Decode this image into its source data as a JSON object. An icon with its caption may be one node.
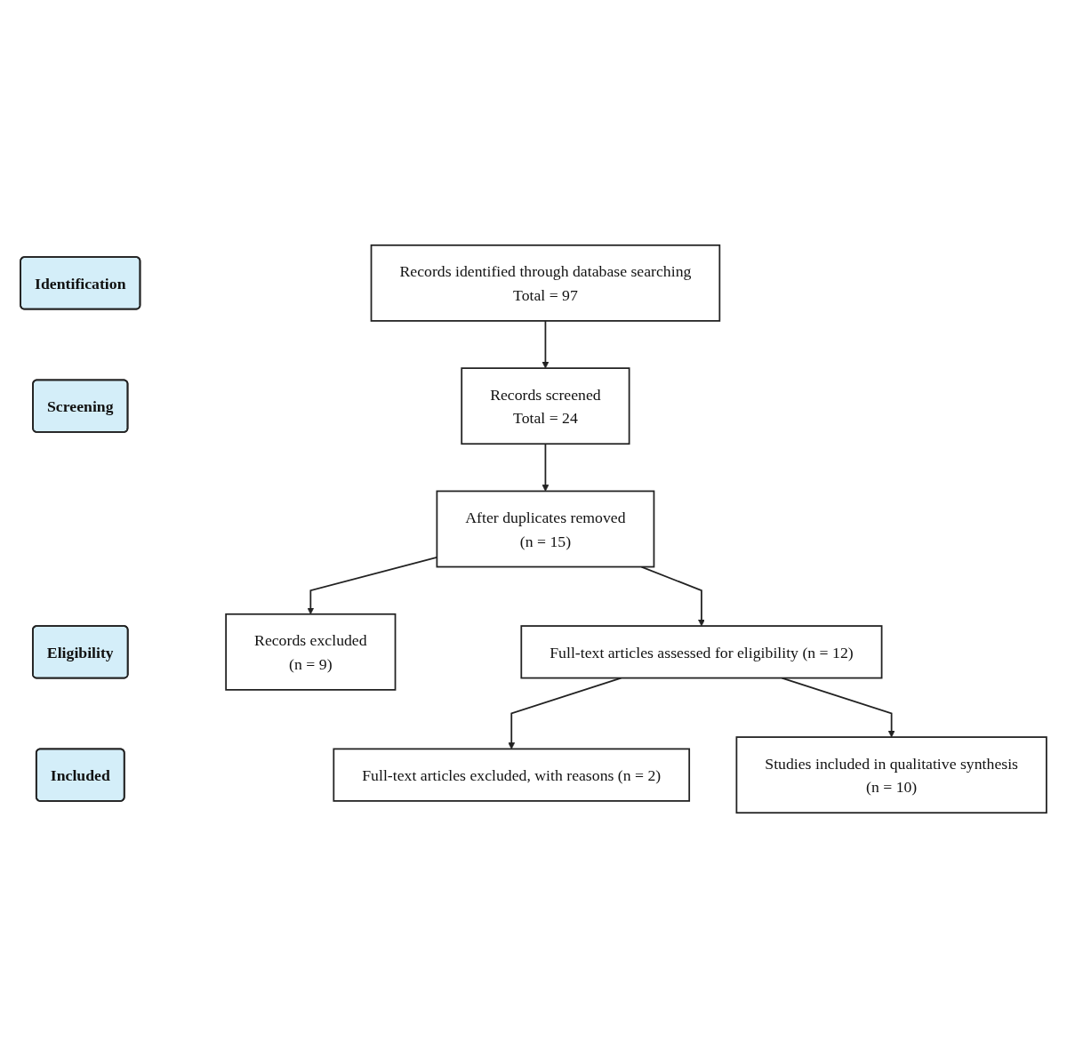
{
  "diagram": {
    "nodes": [
      {
        "text": [
          "Identification"
        ]
      },
      {
        "text": [
          "Screening"
        ]
      },
      {
        "text": [
          "Eligibility"
        ]
      },
      {
        "text": [
          "Included"
        ]
      },
      {
        "text": [
          "Records identified through database searching",
          "Total = 97"
        ]
      },
      {
        "text": [
          "Records screened",
          "Total = 24"
        ]
      },
      {
        "text": [
          "After duplicates removed",
          "(n = 15)"
        ]
      },
      {
        "text": [
          "Records excluded",
          "(n = 9)"
        ]
      },
      {
        "text": [
          "Full-text articles assessed for eligibility (n = 12)"
        ]
      },
      {
        "text": [
          "Full-text articles excluded, with reasons (n = 2)"
        ]
      },
      {
        "text": [
          "Studies included in qualitative synthesis",
          "(n = 10)"
        ]
      }
    ],
    "edges": [
      {
        "from": 4,
        "to": 5,
        "arrow": "to"
      },
      {
        "from": 5,
        "to": 6,
        "arrow": "to"
      },
      {
        "from": 6,
        "to": 7,
        "arrow": "to"
      },
      {
        "from": 6,
        "to": 8,
        "arrow": "to"
      },
      {
        "from": 8,
        "to": 9,
        "arrow": "to"
      },
      {
        "from": 8,
        "to": 10,
        "arrow": "to"
      }
    ]
  }
}
